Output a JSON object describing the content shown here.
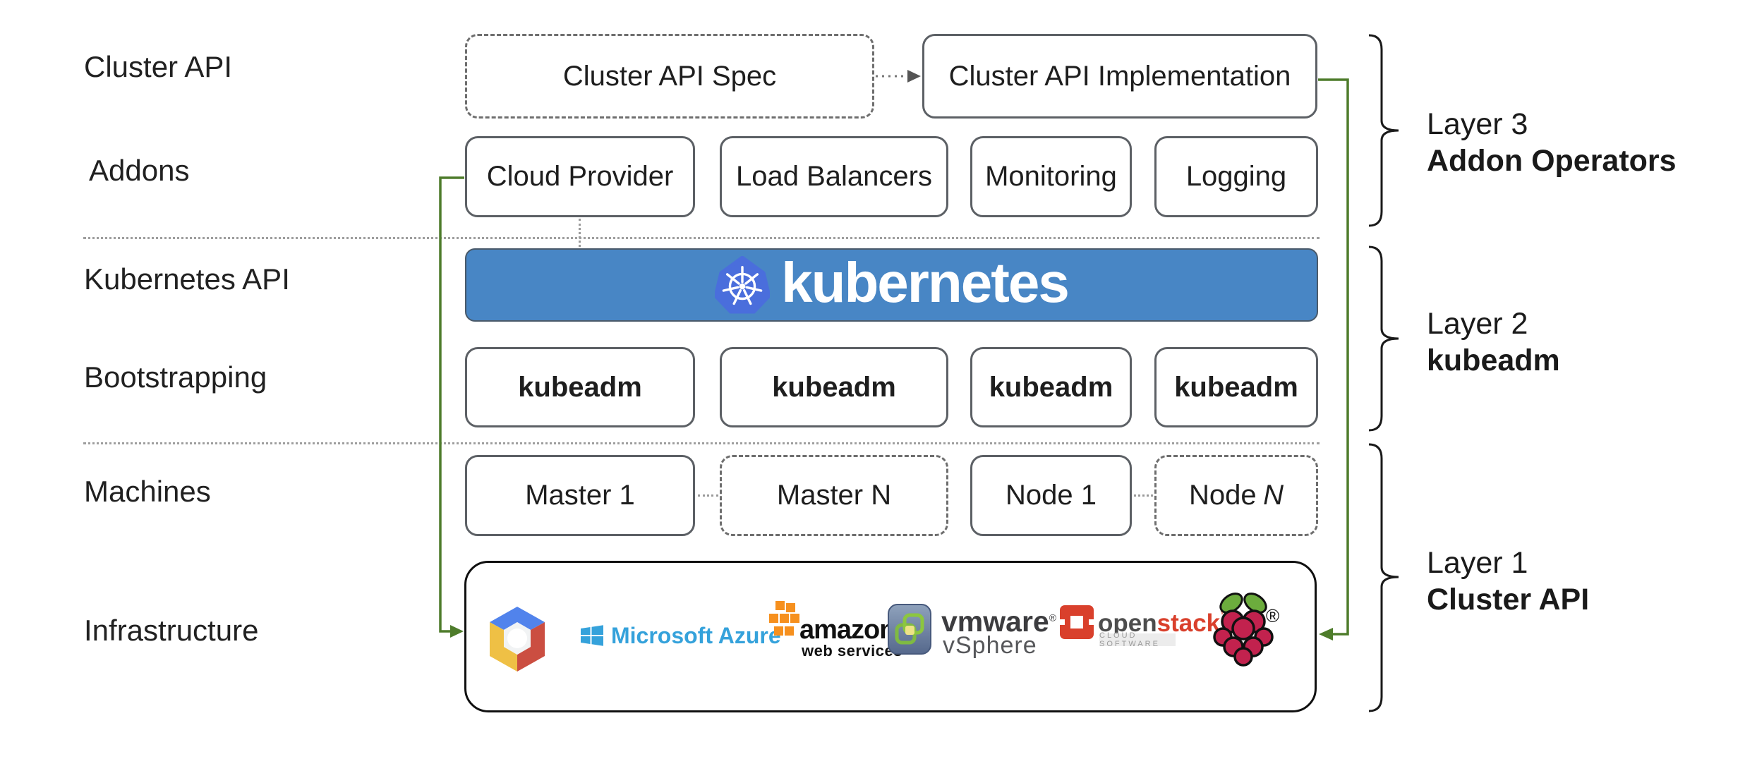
{
  "left_labels": {
    "cluster_api": "Cluster API",
    "addons": "Addons",
    "kubernetes_api": "Kubernetes API",
    "bootstrapping": "Bootstrapping",
    "machines": "Machines",
    "infrastructure": "Infrastructure"
  },
  "top_row": {
    "spec": "Cluster API Spec",
    "implementation": "Cluster API Implementation"
  },
  "addons_row": {
    "cloud_provider": "Cloud Provider",
    "load_balancers": "Load Balancers",
    "monitoring": "Monitoring",
    "logging": "Logging"
  },
  "kubernetes_banner": {
    "wordmark": "kubernetes"
  },
  "bootstrapping_row": {
    "label": "kubeadm"
  },
  "machines_row": {
    "master1": "Master 1",
    "masterN": "Master N",
    "node1": "Node 1",
    "nodeN_prefix": "Node",
    "nodeN_n": "N"
  },
  "layers": [
    {
      "line1": "Layer 3",
      "line2": "Addon Operators"
    },
    {
      "line1": "Layer 2",
      "line2": "kubeadm"
    },
    {
      "line1": "Layer 1",
      "line2": "Cluster API"
    }
  ],
  "infrastructure_logos": {
    "gcp_name": "Google Cloud Platform",
    "azure_text": "Microsoft Azure",
    "aws_line1": "amazon",
    "aws_line2": "web services",
    "vmware_word": "vmware",
    "vmware_reg": "®",
    "vmware_sub": "vSphere",
    "openstack_open": "open",
    "openstack_stack": "stack",
    "openstack_tm": "™",
    "openstack_sub": "CLOUD SOFTWARE",
    "raspberry_reg": "®"
  },
  "colors": {
    "banner_blue": "#4886C5",
    "k8s_logo_blue": "#4A6EDC",
    "green": "#4e7c2b",
    "azure_blue": "#35A2DB",
    "aws_orange": "#F6901E",
    "openstack_red": "#D9402C",
    "raspberry_crimson": "#C2224E",
    "leaf_green": "#6CAC3D",
    "gcp_blue": "#5183EC",
    "gcp_red": "#CB4E41",
    "gcp_yellow": "#EFC045"
  }
}
